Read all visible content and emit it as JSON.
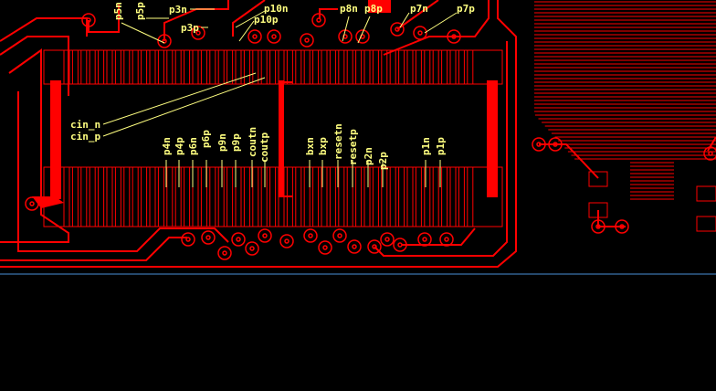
{
  "view": {
    "background": "#000000",
    "copper_color": "#ff0000",
    "label_color": "#ffff80",
    "board_edge_color": "#4a90d9"
  },
  "labels": {
    "p5n": "p5n",
    "p5p": "p5p",
    "p3n": "p3n",
    "p3p": "p3p",
    "p10n": "p10n",
    "p10p": "p10p",
    "p8n": "p8n",
    "p8p": "p8p",
    "p7n": "p7n",
    "p7p": "p7p",
    "cin_n": "cin_n",
    "cin_p": "cin_p",
    "p4n": "p4n",
    "p4p": "p4p",
    "p6n": "p6n",
    "p6p": "p6p",
    "p9n": "p9n",
    "p9p": "p9p",
    "coutn": "coutn",
    "coutp": "coutp",
    "bxn": "bxn",
    "bxp": "bxp",
    "resetn": "resetn",
    "resetp": "resetp",
    "p2n": "p2n",
    "p2p": "p2p",
    "p1n": "p1n",
    "p1p": "p1p"
  }
}
